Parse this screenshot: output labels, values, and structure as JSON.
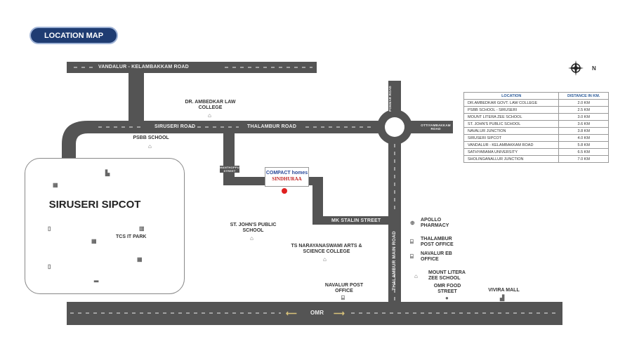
{
  "title": "LOCATION MAP",
  "compass": "N",
  "roads": {
    "vandalur": "VANDALUR - KELAMBAKKAM ROAD",
    "siruseri": "SIRUSERI ROAD",
    "thalambur": "THALAMBUR ROAD",
    "ponmar": "PONMAR ROAD",
    "ottiyambakkam": "OTTIYAMBAKKAM ROAD",
    "manthoppu": "MANTHOPPU STREET",
    "mk_stalin": "MK STALIN STREET",
    "thalambur_main": "THALAMBUR MAIN ROAD",
    "omr": "OMR"
  },
  "sipcot": {
    "title": "SIRUSERI SIPCOT",
    "tcs": "TCS IT PARK"
  },
  "project": {
    "brand": "COMPACT homes",
    "name": "SINDHURAA"
  },
  "landmarks": {
    "ambedkar": "DR. AMBEDKAR LAW COLLEGE",
    "psbb": "PSBB SCHOOL",
    "stjohns": "ST. JOHN'S PUBLIC SCHOOL",
    "ts": "TS NARAYANASWAMI ARTS & SCIENCE COLLEGE",
    "navalur_po": "NAVALUR POST OFFICE",
    "apollo": "APOLLO PHARMACY",
    "thalambur_po": "THALAMBUR POST OFFICE",
    "navalur_eb": "NAVALUR EB OFFICE",
    "mount": "MOUNT LITERA ZEE SCHOOL",
    "omr_food": "OMR FOOD STREET",
    "vivira": "VIVIRA MALL"
  },
  "table": {
    "headers": [
      "LOCATION",
      "DISTANCE IN KM."
    ],
    "rows": [
      [
        "DR.AMBEDKAR GOVT. LAW COLLEGE",
        "2.0 KM"
      ],
      [
        "PSBB SCHOOL - SIRUSERI",
        "2.5 KM"
      ],
      [
        "MOUNT LITERA ZEE SCHOOL",
        "3.0 KM"
      ],
      [
        "ST. JOHN'S PUBLIC SCHOOL",
        "3.6 KM"
      ],
      [
        "NAVALUR JUNCTION",
        "3.8 KM"
      ],
      [
        "SIRUSERI SIPCOT",
        "4.0 KM"
      ],
      [
        "VANDALUR - KELAMBAKKAM ROAD",
        "5.8 KM"
      ],
      [
        "SATHYABAMA UNIVERSITY",
        "6.5 KM"
      ],
      [
        "SHOLINGANALLUR JUNCTION",
        "7.0 KM"
      ]
    ]
  }
}
